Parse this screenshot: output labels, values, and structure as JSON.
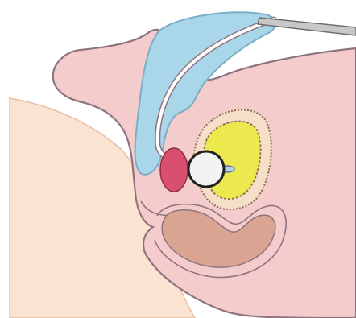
{
  "figure": {
    "labels": []
  },
  "colors": {
    "background": "#ffffff",
    "skin": "#fbe3d1",
    "tissue": "#f3cccb",
    "tissue_outline": "#8f7480",
    "bladder": "#aad6ea",
    "bladder_outline": "#7aaec6",
    "prostate_outer": "#f5dfc9",
    "prostate_gland": "#ece94f",
    "prostate_outline": "#8c6b4e",
    "rectum": "#d9a592",
    "red_structure": "#d9506f",
    "scope_light": "#f2f2f2",
    "instrument": "#c8c8c8",
    "instrument_outline": "#6e6e6e"
  },
  "structures": [
    "skin-fold",
    "pelvic-tissue",
    "bladder",
    "urethra-catheter",
    "prostate",
    "red-structure",
    "scope-tip",
    "rectum",
    "surgical-instrument"
  ]
}
